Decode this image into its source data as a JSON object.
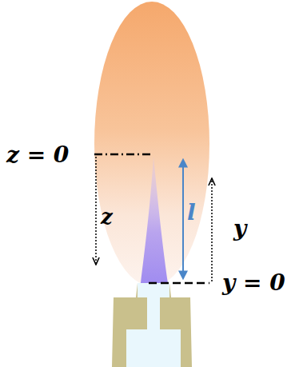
{
  "diagram": {
    "labels": [
      "z = 0",
      "z",
      "l",
      "y",
      "y = 0"
    ]
  }
}
